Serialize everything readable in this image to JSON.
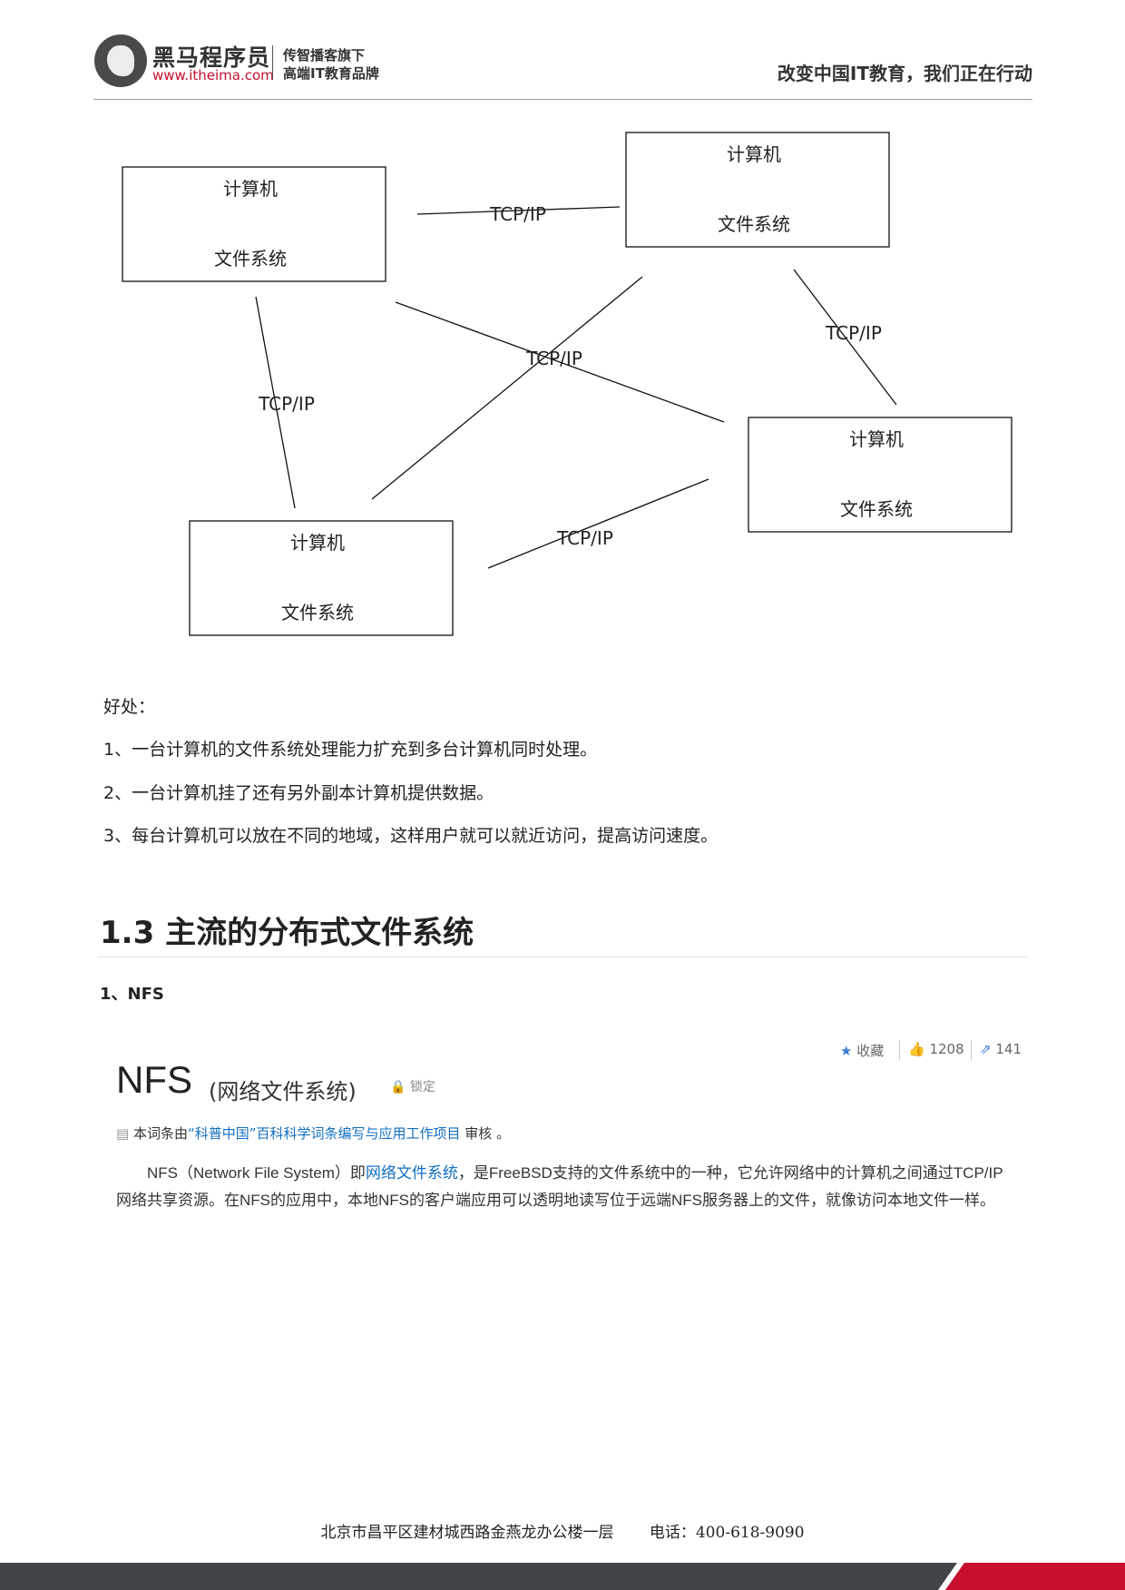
{
  "header": {
    "brand": "黑马程序员",
    "url": "www.itheima.com",
    "tagline_1": "传智播客旗下",
    "tagline_2": "高端IT教育品牌",
    "slogan": "改变中国IT教育，我们正在行动"
  },
  "diagram": {
    "nodes": [
      {
        "title": "计算机",
        "subtitle": "文件系统"
      },
      {
        "title": "计算机",
        "subtitle": "文件系统"
      },
      {
        "title": "计算机",
        "subtitle": "文件系统"
      },
      {
        "title": "计算机",
        "subtitle": "文件系统"
      }
    ],
    "edge_labels": [
      "TCP/IP",
      "TCP/IP",
      "TCP/IP",
      "TCP/IP",
      "TCP/IP"
    ]
  },
  "benefits": {
    "heading": "好处：",
    "items": [
      "1、一台计算机的文件系统处理能力扩充到多台计算机同时处理。",
      "2、一台计算机挂了还有另外副本计算机提供数据。",
      "3、每台计算机可以放在不同的地域，这样用户就可以就近访问，提高访问速度。"
    ]
  },
  "section": {
    "title": "1.3 主流的分布式文件系统",
    "subtitle": "1、NFS"
  },
  "baike": {
    "collect": "收藏",
    "likes": "1208",
    "shares": "141",
    "title": "NFS",
    "subtitle": "(网络文件系统)",
    "lock": "锁定",
    "note_prefix": "本词条由",
    "note_link": "“科普中国”百科科学词条编写与应用工作项目",
    "note_suffix": " 审核 。",
    "desc_part1": "NFS（Network File System）即",
    "desc_link": "网络文件系统",
    "desc_part2": "，是FreeBSD支持的文件系统中的一种，它允许网络中的计算机之间通过TCP/IP网络共享资源。在NFS的应用中，本地NFS的客户端应用可以透明地读写位于远端NFS服务器上的文件，就像访问本地文件一样。"
  },
  "footer": {
    "text": "北京市昌平区建材城西路金燕龙办公楼一层　　 电话：400-618-9090"
  },
  "colors": {
    "brand_red": "#c8102e",
    "link_blue": "#136ec2",
    "footer_dark": "#3f4548"
  }
}
